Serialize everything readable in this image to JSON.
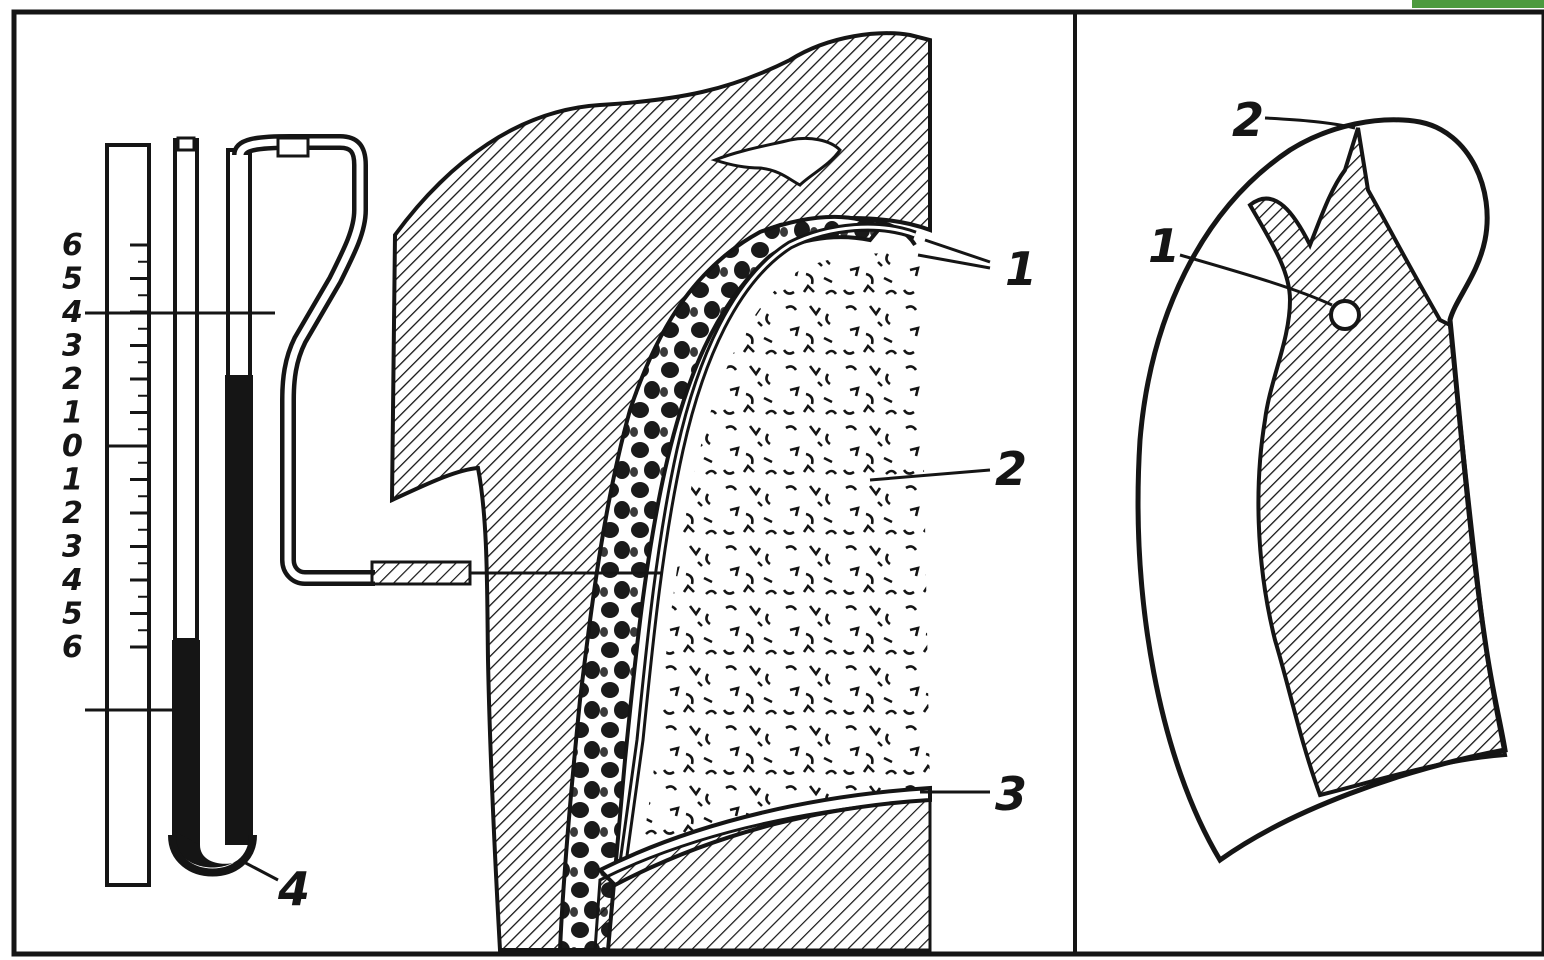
{
  "figure": {
    "panel_left": {
      "scale_numbers": [
        "6",
        "5",
        "4",
        "3",
        "2",
        "1",
        "0",
        "1",
        "2",
        "3",
        "4",
        "5",
        "6"
      ],
      "callouts": {
        "pleura": "1",
        "lung": "2",
        "diaphragm": "3",
        "manometer": "4"
      }
    },
    "panel_right": {
      "callouts": {
        "opening": "1",
        "apex": "2"
      }
    }
  },
  "colors": {
    "ink": "#151515",
    "paper": "#ffffff",
    "accent_strip": "#4c9a3e"
  }
}
